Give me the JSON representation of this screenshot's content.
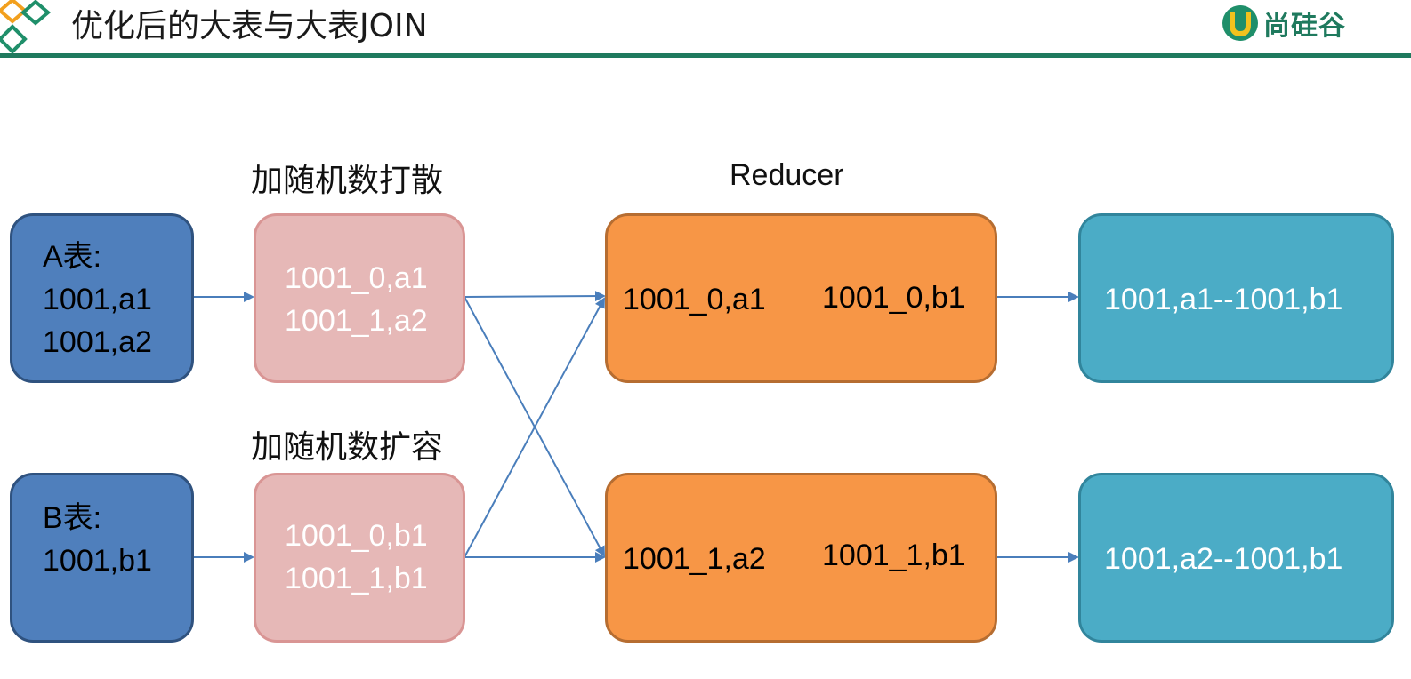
{
  "header": {
    "title": "优化后的大表与大表JOIN",
    "brand_name": "尚硅谷",
    "colors": {
      "rule": "#1f7a5e",
      "logo_orange": "#f2a01e",
      "logo_green": "#1f8f6a"
    }
  },
  "diagram": {
    "table_a": {
      "title": "A表:",
      "rows": [
        "1001,a1",
        "1001,a2"
      ]
    },
    "table_b": {
      "title": "B表:",
      "rows": [
        "1001,b1"
      ]
    },
    "scatter_caption": "加随机数打散",
    "expand_caption": "加随机数扩容",
    "scatter_box": {
      "rows": [
        "1001_0,a1",
        "1001_1,a2"
      ]
    },
    "expand_box": {
      "rows": [
        "1001_0,b1",
        "1001_1,b1"
      ]
    },
    "reducer_caption": "Reducer",
    "reducer_1": {
      "left": "1001_0,a1",
      "right": "1001_0,b1"
    },
    "reducer_2": {
      "left": "1001_1,a2",
      "right": "1001_1,b1"
    },
    "result_1": "1001,a1--1001,b1",
    "result_2": "1001,a2--1001,b1",
    "colors": {
      "table_fill": "#4f7fbc",
      "scatter_fill": "#e6b8b7",
      "reducer_fill": "#f79646",
      "result_fill": "#4bacc6",
      "arrow": "#4a7ebb"
    }
  }
}
